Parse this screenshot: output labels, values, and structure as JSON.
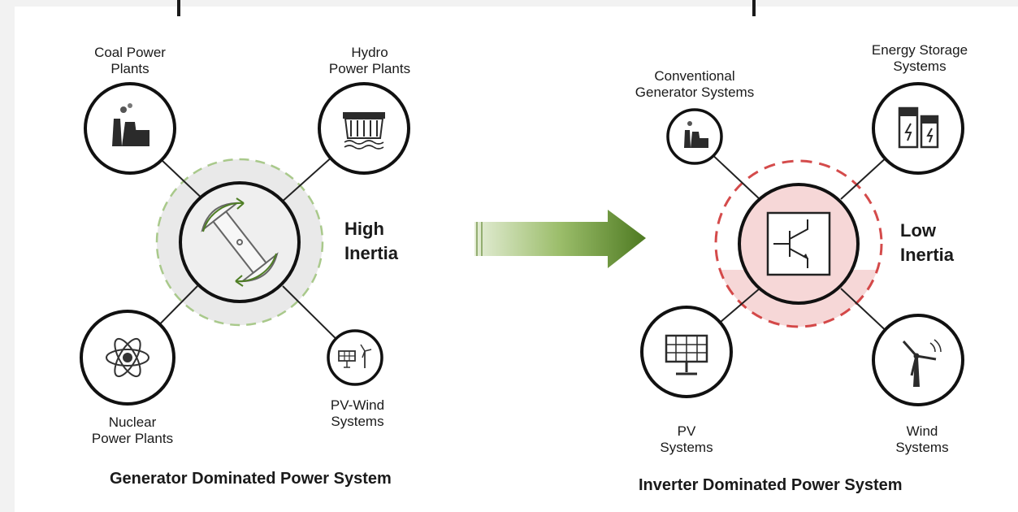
{
  "left_system": {
    "caption": "Generator Dominated Power System",
    "inertia_label": "High\nInertia",
    "nodes": {
      "coal": "Coal Power\nPlants",
      "hydro": "Hydro\nPower Plants",
      "nuclear": "Nuclear\nPower Plants",
      "pv_wind": "PV-Wind\nSystems"
    }
  },
  "right_system": {
    "caption": "Inverter Dominated Power System",
    "inertia_label": "Low\nInertia",
    "nodes": {
      "conventional": "Conventional\nGenerator Systems",
      "storage": "Energy Storage\nSystems",
      "pv": "PV\nSystems",
      "wind": "Wind\nSystems"
    }
  },
  "colors": {
    "arrow": "#5e8a2c",
    "high_inertia_zone": "#e9e9e9",
    "high_inertia_ring": "#a9c98b",
    "low_inertia_fill": "#f6d7d7",
    "low_inertia_ring": "#cc2b2b"
  }
}
